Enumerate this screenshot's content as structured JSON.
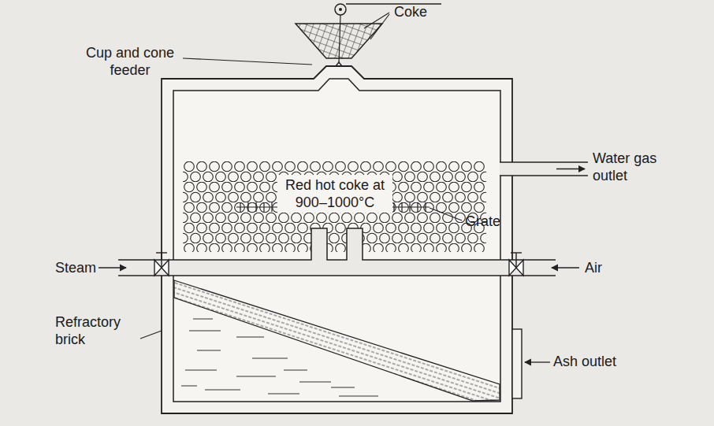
{
  "diagram": {
    "labels": [
      "Coke",
      "Cup and cone feeder",
      "Water gas outlet",
      "Red hot coke at 900–1000°C",
      "Grate",
      "Steam",
      "Air",
      "Refractory brick",
      "Ash outlet"
    ]
  }
}
